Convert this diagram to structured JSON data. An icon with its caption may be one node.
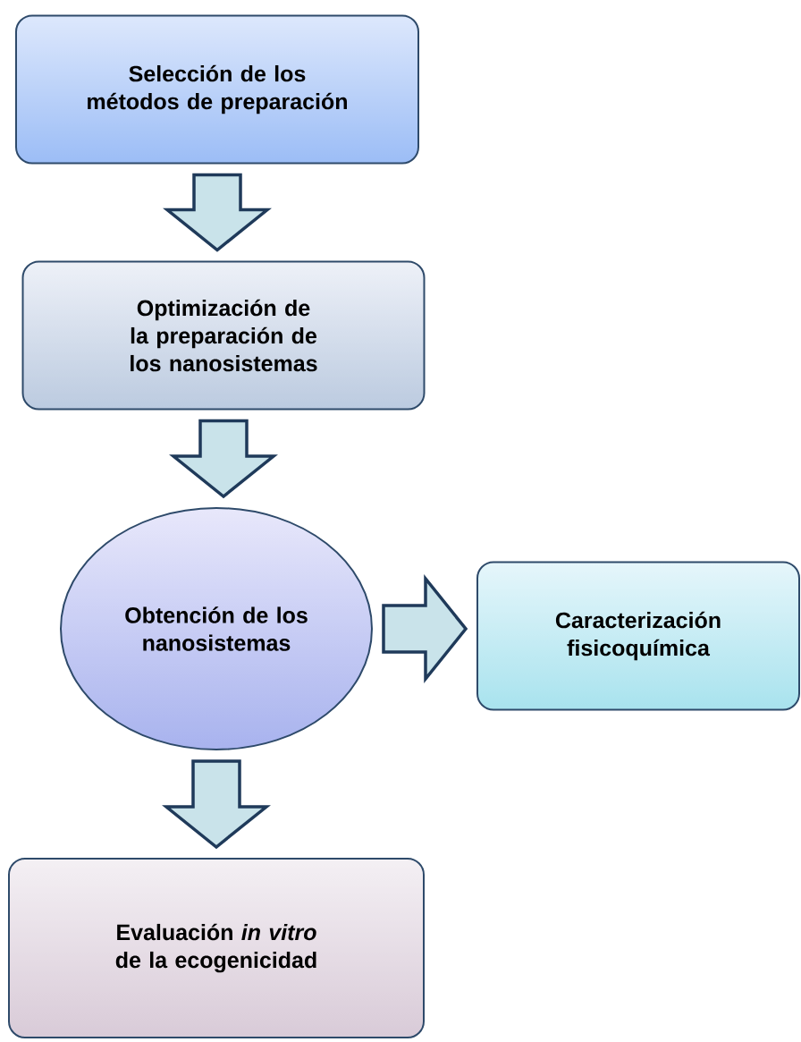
{
  "diagram": {
    "nodes": [
      {
        "text": [
          "Selección de los métodos de preparación"
        ]
      },
      {
        "text": [
          "Optimización de la preparación de los nanosistemas"
        ]
      },
      {
        "text": [
          "Obtención de los nanosistemas"
        ]
      },
      {
        "text": [
          "Caracterización fisicoquímica"
        ]
      },
      {
        "text": [
          "Evaluación *in vitro* de la ecogenicidad"
        ]
      }
    ],
    "edges": [
      {
        "from": 0,
        "to": 1,
        "arrow": "to"
      },
      {
        "from": 1,
        "to": 2,
        "arrow": "to"
      },
      {
        "from": 2,
        "to": 3,
        "arrow": "to"
      },
      {
        "from": 2,
        "to": 4,
        "arrow": "to"
      }
    ]
  }
}
